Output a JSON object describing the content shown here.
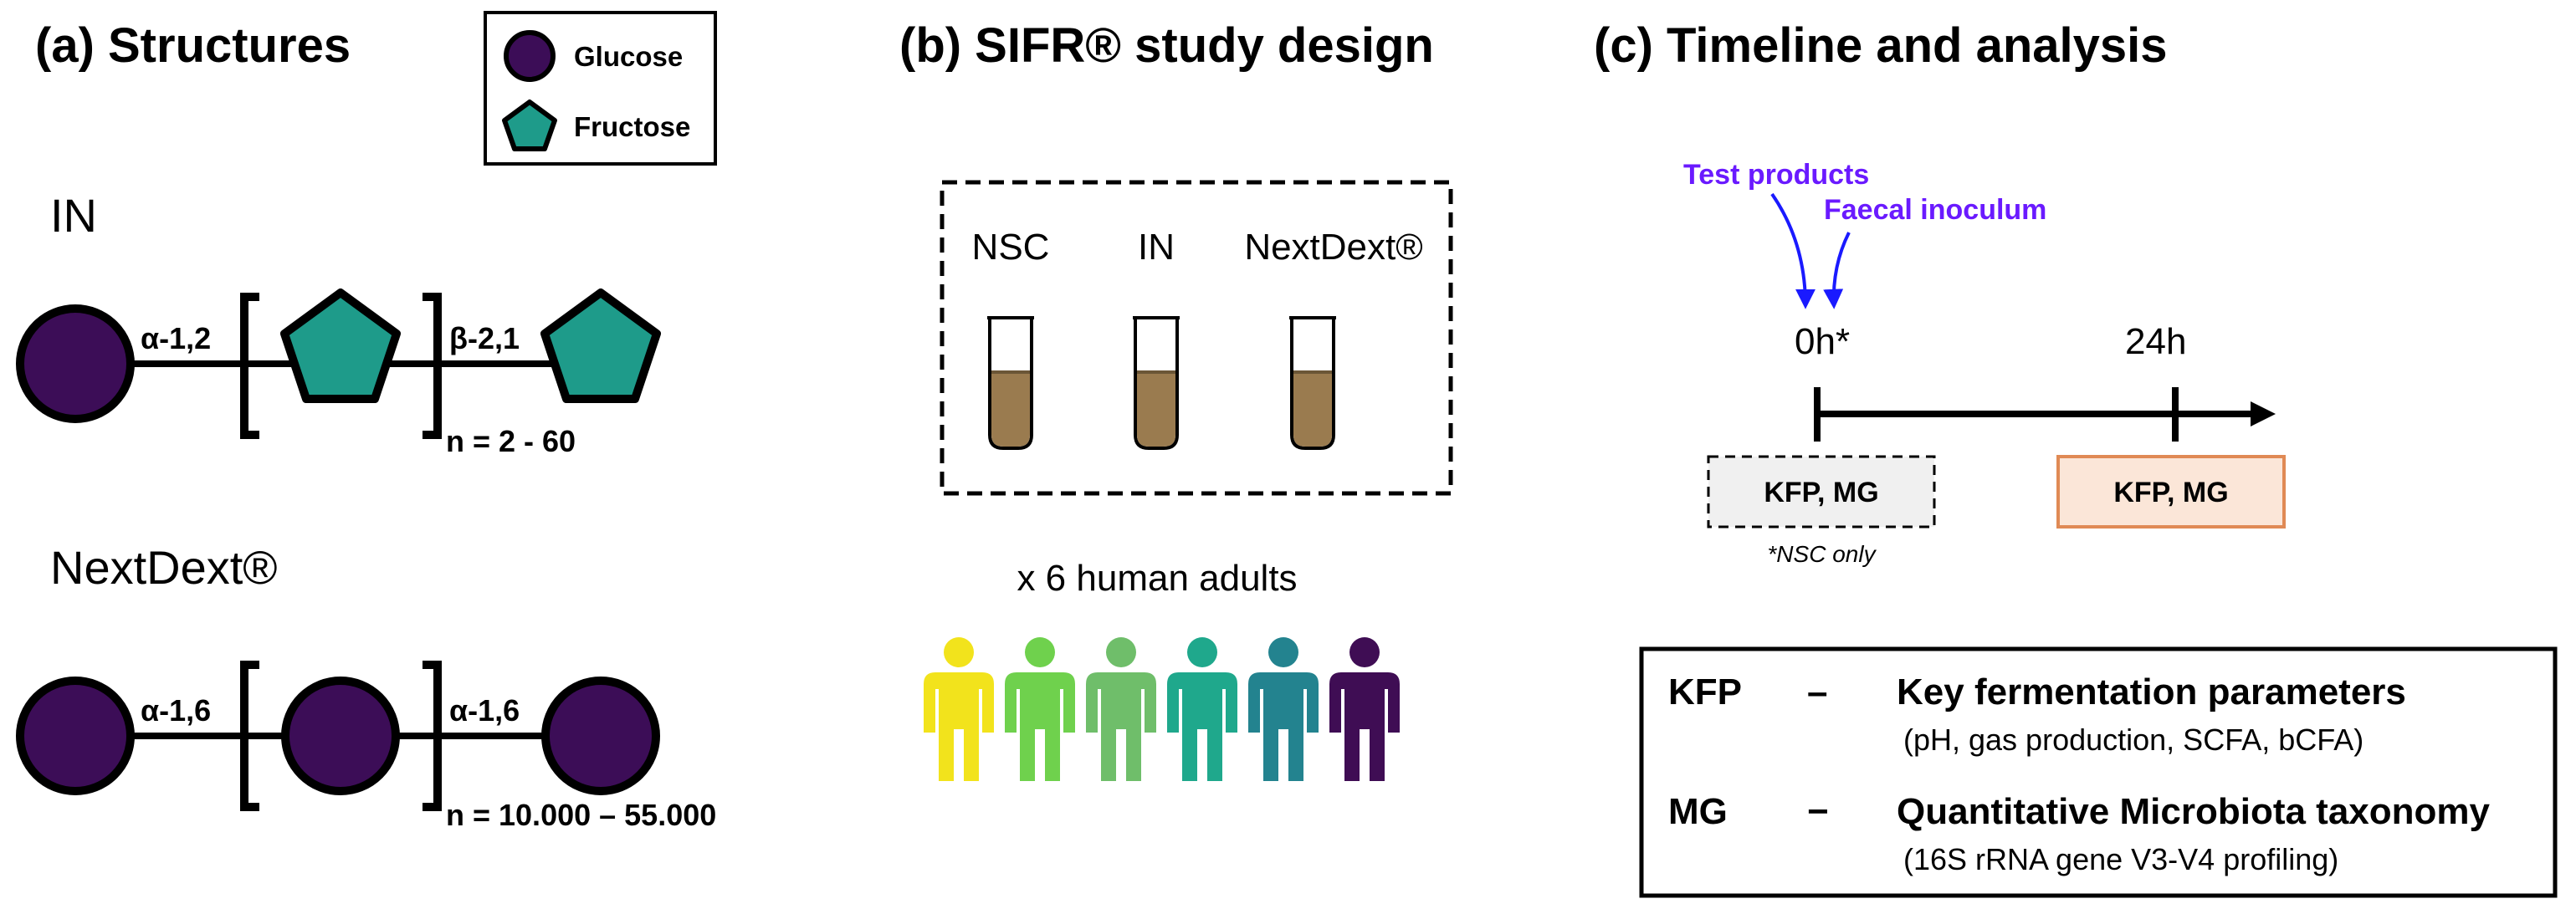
{
  "panel_a": {
    "title": "(a) Structures",
    "legend": {
      "glucose": "Glucose",
      "fructose": "Fructose"
    },
    "in_label": "IN",
    "in_bond1": "α-1,2",
    "in_bond2": "β-2,1",
    "in_n": "n = 2 - 60",
    "nd_label": "NextDext®",
    "nd_bond1": "α-1,6",
    "nd_bond2": "α-1,6",
    "nd_n": "n = 10.000 – 55.000"
  },
  "panel_b": {
    "title": "(b) SIFR® study design",
    "tubes": [
      "NSC",
      "IN",
      "NextDext®"
    ],
    "adults": "x 6 human adults",
    "person_colors": [
      "#f2e31c",
      "#6fd14d",
      "#6fbe6a",
      "#1fa88c",
      "#23838f",
      "#3f0d54"
    ]
  },
  "panel_c": {
    "title": "(c) Timeline and analysis",
    "test_products": "Test products",
    "faecal": "Faecal inoculum",
    "t0": "0h*",
    "t24": "24h",
    "box0": "KFP, MG",
    "box24": "KFP, MG",
    "nsc_only": "*NSC only",
    "table": [
      {
        "abbr": "KFP",
        "dash": "–",
        "title": "Key fermentation parameters",
        "sub": "(pH, gas production, SCFA, bCFA)"
      },
      {
        "abbr": "MG",
        "dash": "−",
        "title": "Quantitative Microbiota taxonomy",
        "sub": "(16S rRNA gene V3-V4 profiling)"
      }
    ]
  },
  "colors": {
    "glucose": "#3c0d57",
    "fructose": "#1e9b8a",
    "arrow_blue": "#1a1aff",
    "label_purple": "#6a1aff",
    "liquid": "#9a7b4f",
    "box24_border": "#e08a55",
    "box24_fill": "#fbe6d8",
    "box0_fill": "#f0f0f0"
  }
}
